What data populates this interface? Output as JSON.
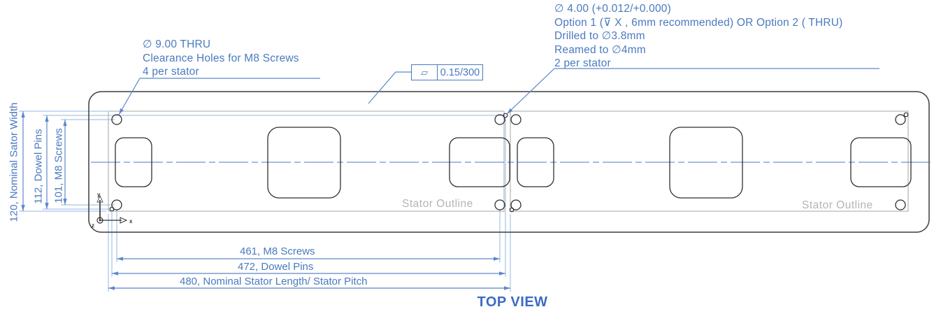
{
  "title": "TOP VIEW",
  "notes": {
    "clearance": [
      "∅ 9.00 THRU",
      "Clearance Holes for M8 Screws",
      "4 per stator"
    ],
    "dowel": [
      "∅ 4.00 (+0.012/+0.000)",
      "Option 1 (⊽ X , 6mm recommended) OR Option 2 ( THRU)",
      "Drilled to ∅3.8mm",
      "Reamed to ∅4mm",
      "2 per stator"
    ],
    "flatness_symbol": "▱",
    "flatness_value": "0.15/300"
  },
  "dims": {
    "v": [
      "120, Nominal Sator Width",
      "112, Dowel Pins",
      "101, M8 Screws"
    ],
    "h": [
      "461, M8 Screws",
      "472, Dowel Pins",
      "480, Nominal Stator Length/ Stator Pitch"
    ]
  },
  "labels": {
    "stator_outline": "Stator Outline",
    "axis_x": "x",
    "axis_y": "y",
    "axis_z": "z"
  },
  "colors": {
    "annotation_blue": "#4a7abf",
    "dimension_blue": "#5c88c8",
    "extension_blue": "#96b7e0",
    "centerline_blue": "#4a7ac0",
    "part_outline": "#3d3d3d",
    "stator_outline_gray": "#adadad",
    "label_gray": "#b4b4b4",
    "title_blue": "#3a6cc4"
  }
}
